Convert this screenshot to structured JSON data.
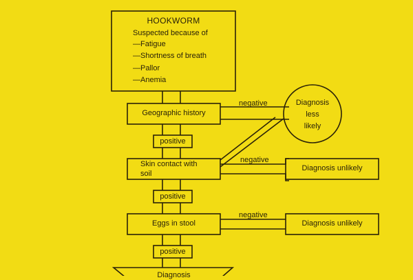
{
  "title": "HOOKWORM",
  "subtitle": "Suspected because of",
  "symptoms": [
    "—Fatigue",
    "—Shortness of breath",
    "—Pallor",
    "—Anemia"
  ],
  "steps": {
    "geographic": "Geographic history",
    "skin_line1": "Skin contact with",
    "skin_line2": "soil",
    "eggs": "Eggs in stool",
    "final_partial": "Diagnosis"
  },
  "connectors": {
    "positive": "positive",
    "negative": "negative"
  },
  "outcomes": {
    "less_likely": [
      "Diagnosis",
      "less",
      "likely"
    ],
    "unlikely": "Diagnosis unlikely"
  },
  "colors": {
    "background": "#f2dc14",
    "ink": "#2a2208"
  }
}
